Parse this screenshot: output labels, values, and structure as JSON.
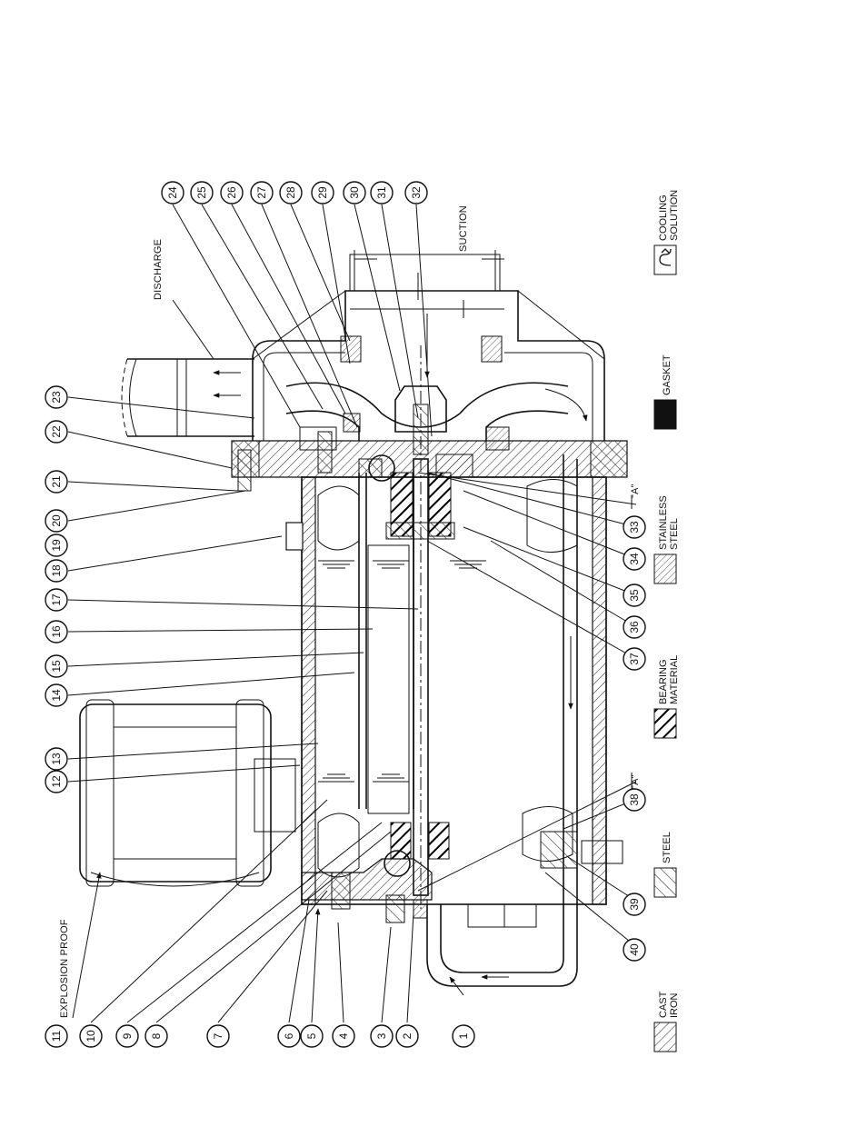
{
  "labels": {
    "explosion_proof": "EXPLOSION PROOF",
    "discharge": "DISCHARGE",
    "suction": "SUCTION",
    "section_a": "\"A\""
  },
  "callouts": [
    "1",
    "2",
    "3",
    "4",
    "5",
    "6",
    "7",
    "8",
    "9",
    "10",
    "11",
    "12",
    "13",
    "14",
    "15",
    "16",
    "17",
    "18",
    "19",
    "20",
    "21",
    "22",
    "23",
    "24",
    "25",
    "26",
    "27",
    "28",
    "29",
    "30",
    "31",
    "32",
    "33",
    "34",
    "35",
    "36",
    "37",
    "38",
    "39",
    "40"
  ],
  "legend": {
    "cast_iron": [
      "CAST",
      "IRON"
    ],
    "steel": [
      "STEEL"
    ],
    "bearing_material": [
      "BEARING",
      "MATERIAL"
    ],
    "stainless_steel": [
      "STAINLESS",
      "STEEL"
    ],
    "gasket": [
      "GASKET"
    ],
    "cooling_solution": [
      "COOLING",
      "SOLUTION"
    ]
  }
}
